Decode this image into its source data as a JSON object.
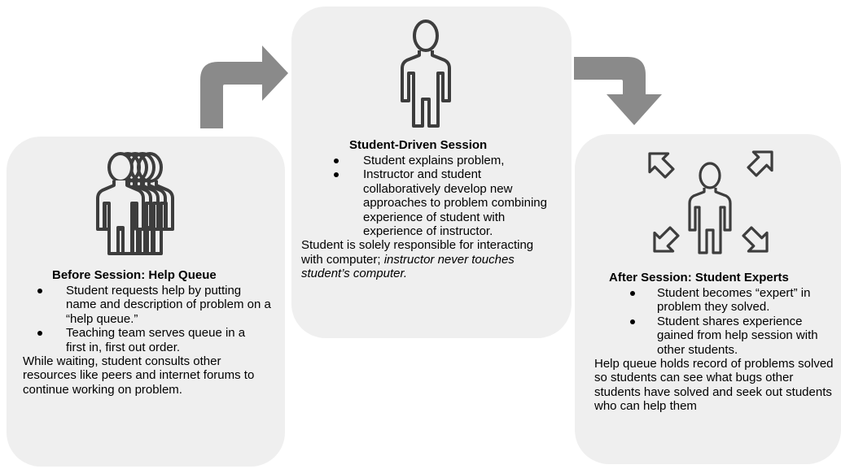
{
  "colors": {
    "panel": "#efefef",
    "arrow": "#8a8a8a",
    "icon": "#3d3d3d"
  },
  "arrows": [
    {
      "name": "arrow-to-session",
      "direction": "up-then-right"
    },
    {
      "name": "arrow-to-after",
      "direction": "right-then-down"
    }
  ],
  "before": {
    "icon": "person-queue-icon",
    "title": "Before Session: Help Queue",
    "bullets": [
      "Student requests help by putting name and description of problem on a “help queue.”",
      "Teaching team serves queue in a first in, first out order."
    ],
    "paragraph": "While waiting, student consults other resources like peers and internet forums to continue working on problem."
  },
  "session": {
    "icon": "person-icon",
    "title": "Student-Driven Session",
    "bullets": [
      "Student explains problem,",
      "Instructor and student collaboratively develop new approaches to problem combining experience of student with experience of instructor."
    ],
    "paragraph_plain": "Student is solely responsible for interacting with computer; ",
    "paragraph_italic": "instructor never touches student’s computer."
  },
  "after": {
    "icon": "expert-person-arrows-icon",
    "title": "After Session: Student Experts",
    "bullets": [
      "Student becomes “expert” in problem they solved.",
      "Student shares experience gained from help session with other students."
    ],
    "paragraph": "Help queue holds record of problems solved so students can see what bugs other students have solved and seek out students who can help them"
  }
}
